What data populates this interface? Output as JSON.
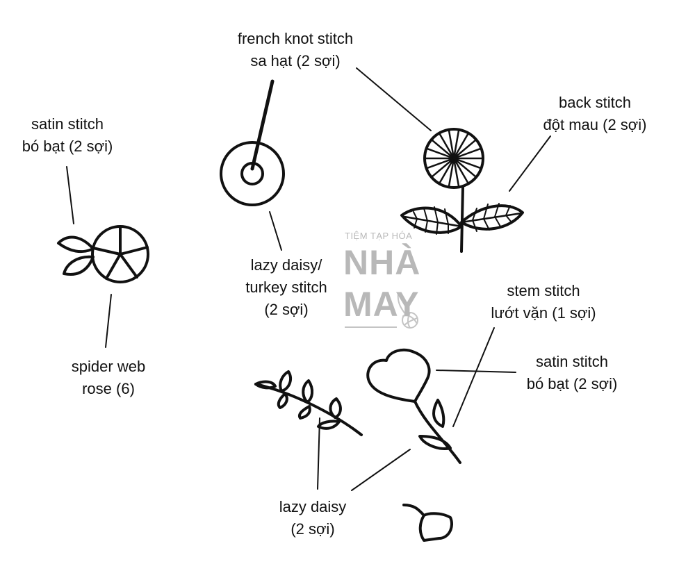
{
  "labels": {
    "french_knot": {
      "line1": "french knot stitch",
      "line2": "sa hạt (2 sợi)"
    },
    "satin_left": {
      "line1": "satin stitch",
      "line2": "bó bạt (2 sợi)"
    },
    "back_stitch": {
      "line1": "back stitch",
      "line2": "đột mau (2 sợi)"
    },
    "spider_web": {
      "line1": "spider web",
      "line2": "rose (6)"
    },
    "lazy_turkey": {
      "line1": "lazy daisy/",
      "line2": "turkey stitch",
      "line3": "(2 sợi)"
    },
    "stem_stitch": {
      "line1": "stem stitch",
      "line2": "lướt vặn (1 sợi)"
    },
    "satin_right": {
      "line1": "satin stitch",
      "line2": "bó bạt (2 sợi)"
    },
    "lazy_daisy": {
      "line1": "lazy daisy",
      "line2": "(2 sợi)"
    }
  },
  "watermark": {
    "top": "TIỆM TẠP HÓA",
    "mid": "NHÀ",
    "bottom": "MAY"
  },
  "colors": {
    "ink": "#111111",
    "watermark": "#b8b8b8"
  },
  "icons": [
    "spider-web-rose-icon",
    "french-knot-circle-icon",
    "dandelion-flower-icon",
    "leaf-sprig-icon",
    "tulip-flower-icon",
    "single-petal-icon",
    "yarn-ball-icon"
  ]
}
